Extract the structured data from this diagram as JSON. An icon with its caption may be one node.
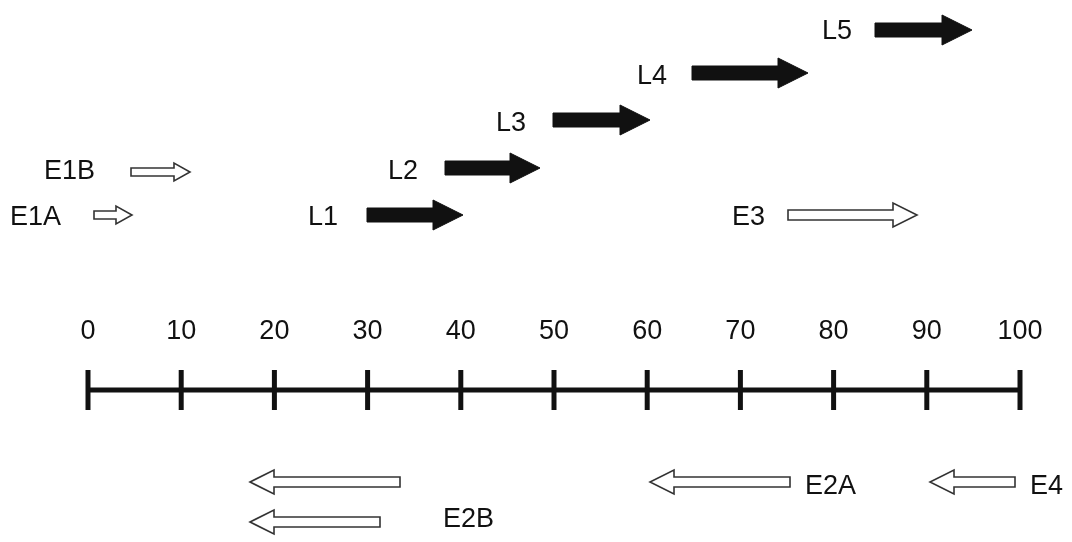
{
  "diagram": {
    "labels": [
      "L5",
      "L4",
      "L3",
      "E1B",
      "L2",
      "E1A",
      "L1",
      "E3",
      "0",
      "10",
      "20",
      "30",
      "40",
      "50",
      "60",
      "70",
      "80",
      "90",
      "100",
      "E2A",
      "E4",
      "E2B"
    ]
  }
}
